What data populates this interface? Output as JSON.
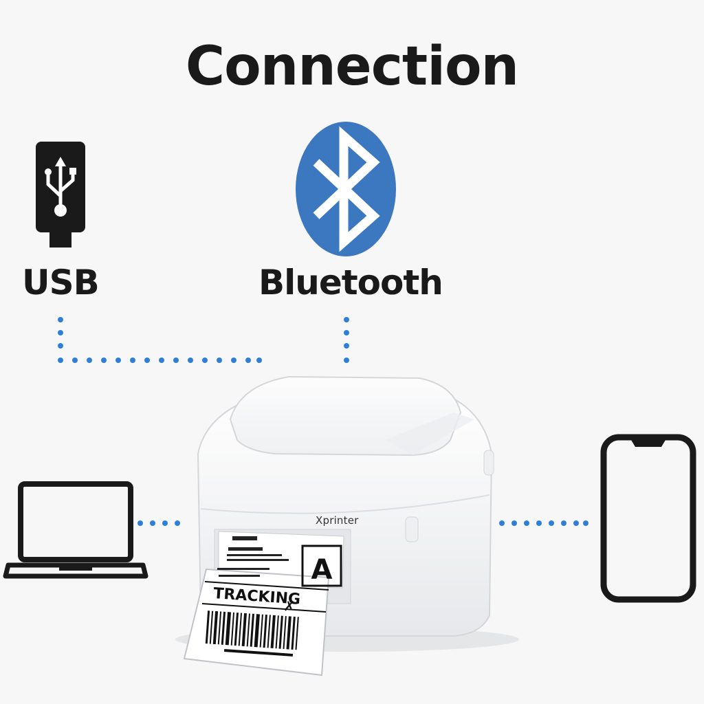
{
  "title": "Connection",
  "connections": {
    "usb": {
      "label": "USB",
      "icon": "usb-icon"
    },
    "bluetooth": {
      "label": "Bluetooth",
      "icon": "bluetooth-icon"
    }
  },
  "devices": {
    "laptop": {
      "icon": "laptop-icon"
    },
    "phone": {
      "icon": "smartphone-icon"
    },
    "printer": {
      "brand": "Xprinter"
    }
  },
  "label_sheet": {
    "tracking": "TRACKING",
    "letter": "A"
  },
  "colors": {
    "dots": "#2f7fd6",
    "bluetooth": "#3b78c0",
    "ink": "#1a1a1a"
  }
}
